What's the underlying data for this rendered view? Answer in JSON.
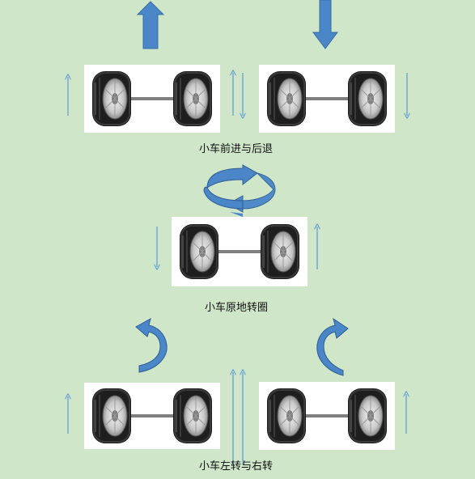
{
  "captions": {
    "forward_backward": "小车前进与后退",
    "spin_in_place": "小车原地转圈",
    "turn_left_right": "小车左转与右转"
  },
  "colors": {
    "background": "#cfe6c9",
    "block_arrow": "#4a86c8",
    "thin_arrow": "#5b9bd5",
    "axle": "#7f7f7f",
    "tire": "#1e1e1e"
  }
}
